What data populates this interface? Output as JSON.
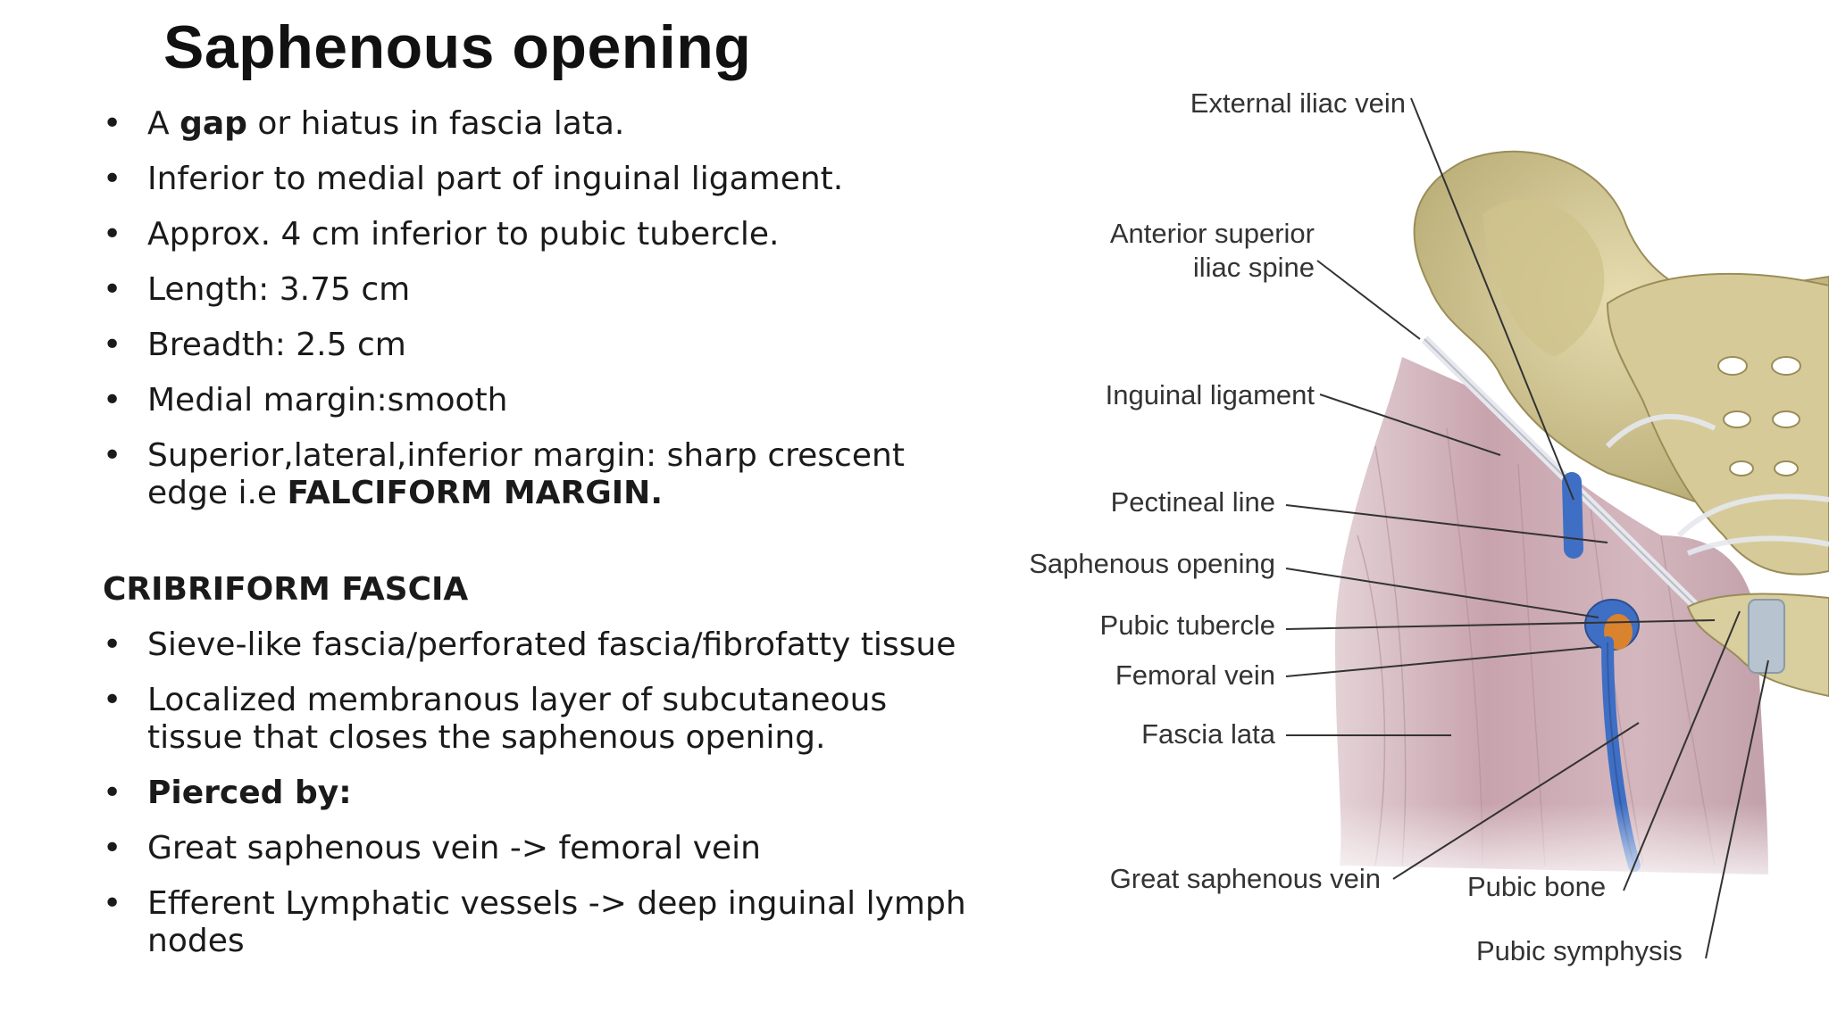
{
  "slide": {
    "title": "Saphenous opening",
    "bullets": [
      {
        "pre": "A ",
        "bold": "gap",
        "post": " or hiatus in fascia lata."
      },
      {
        "pre": "Inferior to medial part of inguinal ligament.",
        "bold": "",
        "post": ""
      },
      {
        "pre": "Approx. 4 cm inferior to pubic tubercle.",
        "bold": "",
        "post": ""
      },
      {
        "pre": "Length: 3.75 cm",
        "bold": "",
        "post": ""
      },
      {
        "pre": "Breadth: 2.5 cm",
        "bold": "",
        "post": ""
      },
      {
        "pre": "Medial margin:smooth",
        "bold": "",
        "post": ""
      },
      {
        "pre": "Superior,lateral,inferior margin: sharp crescent edge i.e ",
        "bold": "FALCIFORM MARGIN.",
        "post": ""
      }
    ],
    "subheading": "CRIBRIFORM FASCIA",
    "bullets2": [
      {
        "pre": "Sieve-like fascia/perforated fascia/fibrofatty tissue",
        "bold": "",
        "post": ""
      },
      {
        "pre": "Localized membranous layer of subcutaneous tissue that closes the saphenous opening.",
        "bold": "",
        "post": ""
      },
      {
        "pre": "",
        "bold": "Pierced by:",
        "post": ""
      },
      {
        "pre": "Great saphenous vein -> femoral vein",
        "bold": "",
        "post": ""
      },
      {
        "pre": "Efferent Lymphatic vessels -> deep inguinal lymph nodes",
        "bold": "",
        "post": ""
      }
    ],
    "bullet_symbol": "•"
  },
  "figure": {
    "labels": {
      "external_iliac_vein": "External iliac vein",
      "asis_line1": "Anterior superior",
      "asis_line2": "iliac spine",
      "inguinal_ligament": "Inguinal ligament",
      "pectineal_line": "Pectineal line",
      "saphenous_opening": "Saphenous opening",
      "pubic_tubercle": "Pubic tubercle",
      "femoral_vein": "Femoral vein",
      "fascia_lata": "Fascia lata",
      "great_saphenous_vein": "Great saphenous vein",
      "pubic_bone": "Pubic bone",
      "pubic_symphysis": "Pubic symphysis"
    },
    "colors": {
      "bone": "#d9cfa0",
      "bone_shadow": "#b8ab72",
      "muscle": "#c9a9b4",
      "muscle_light": "#dcc6cc",
      "vein": "#3f6fc4",
      "ligament": "#e4e6ec",
      "leader": "#333333"
    }
  }
}
